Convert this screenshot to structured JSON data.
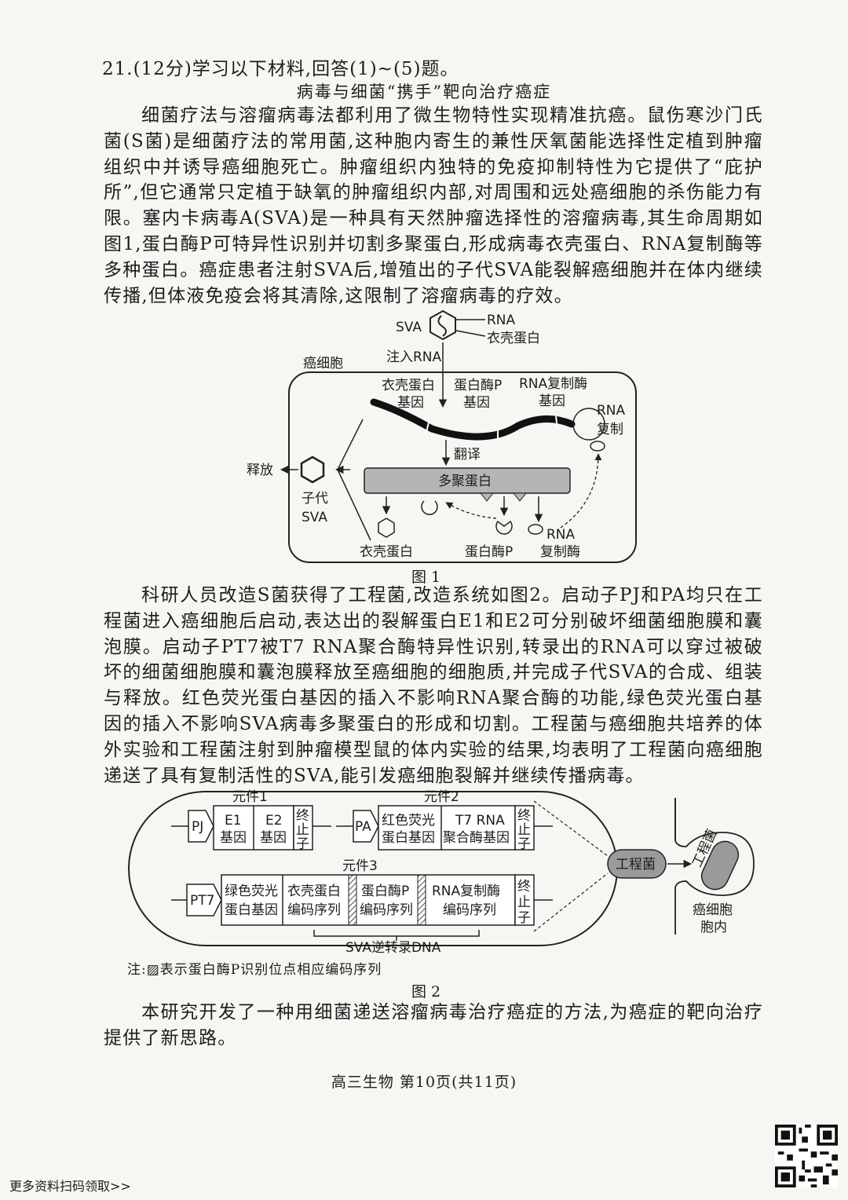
{
  "question": {
    "header": "21.(12分)学习以下材料,回答(1)~(5)题。",
    "title": "病毒与细菌“携手”靶向治疗癌症",
    "para1": "细菌疗法与溶瘤病毒法都利用了微生物特性实现精准抗癌。鼠伤寒沙门氏菌(S菌)是细菌疗法的常用菌,这种胞内寄生的兼性厌氧菌能选择性定植到肿瘤组织中并诱导癌细胞死亡。肿瘤组织内独特的免疫抑制特性为它提供了“庇护所”,但它通常只定植于缺氧的肿瘤组织内部,对周围和远处癌细胞的杀伤能力有限。塞内卡病毒A(SVA)是一种具有天然肿瘤选择性的溶瘤病毒,其生命周期如图1,蛋白酶P可特异性识别并切割多聚蛋白,形成病毒衣壳蛋白、RNA复制酶等多种蛋白。癌症患者注射SVA后,增殖出的子代SVA能裂解癌细胞并在体内继续传播,但体液免疫会将其清除,这限制了溶瘤病毒的疗效。",
    "para2": "科研人员改造S菌获得了工程菌,改造系统如图2。启动子PJ和PA均只在工程菌进入癌细胞后启动,表达出的裂解蛋白E1和E2可分别破坏细菌细胞膜和囊泡膜。启动子PT7被T7 RNA聚合酶特异性识别,转录出的RNA可以穿过被破坏的细菌细胞膜和囊泡膜释放至癌细胞的细胞质,并完成子代SVA的合成、组装与释放。红色荧光蛋白基因的插入不影响RNA聚合酶的功能,绿色荧光蛋白基因的插入不影响SVA病毒多聚蛋白的形成和切割。工程菌与癌细胞共培养的体外实验和工程菌注射到肿瘤模型鼠的体内实验的结果,均表明了工程菌向癌细胞递送了具有复制活性的SVA,能引发癌细胞裂解并继续传播病毒。",
    "para3": "本研究开发了一种用细菌递送溶瘤病毒治疗癌症的方法,为癌症的靶向治疗提供了新思路。"
  },
  "figure1": {
    "caption": "图 1",
    "svA": "SVA",
    "rna": "RNA",
    "capsid_protein": "衣壳蛋白",
    "inject": "注入RNA",
    "cancer_cell": "癌细胞",
    "gene_capsid_1": "衣壳蛋白",
    "gene_capsid_2": "基因",
    "gene_protease_1": "蛋白酶P",
    "gene_protease_2": "基因",
    "gene_replicase_1": "RNA复制酶",
    "gene_replicase_2": "基因",
    "rna_rep_1": "RNA",
    "rna_rep_2": "复制",
    "translate": "翻译",
    "polyprotein": "多聚蛋白",
    "release": "释放",
    "progeny_1": "子代",
    "progeny_2": "SVA",
    "out_capsid": "衣壳蛋白",
    "out_protease": "蛋白酶P",
    "out_replicase_1": "RNA",
    "out_replicase_2": "复制酶"
  },
  "figure2": {
    "caption": "图 2",
    "element1": "元件1",
    "element2": "元件2",
    "element3": "元件3",
    "pj": "PJ",
    "pa": "PA",
    "pt7": "PT7",
    "e1_1": "E1",
    "e1_2": "基因",
    "e2_1": "E2",
    "e2_2": "基因",
    "terminator_1": "终",
    "terminator_2": "止",
    "terminator_3": "子",
    "rfp_1": "红色荧光",
    "rfp_2": "蛋白基因",
    "t7_1": "T7 RNA",
    "t7_2": "聚合酶基因",
    "gfp_1": "绿色荧光",
    "gfp_2": "蛋白基因",
    "capsid_seq_1": "衣壳蛋白",
    "capsid_seq_2": "编码序列",
    "protease_seq_1": "蛋白酶P",
    "protease_seq_2": "编码序列",
    "replicase_seq_1": "RNA复制酶",
    "replicase_seq_2": "编码序列",
    "sva_dna": "SVA逆转录DNA",
    "engineered": "工程菌",
    "inside_1": "癌细胞",
    "inside_2": "胞内",
    "note": "注:▨表示蛋白酶P识别位点相应编码序列"
  },
  "footer": "高三生物   第10页(共11页)",
  "more": "更多资料扫码领取>>"
}
